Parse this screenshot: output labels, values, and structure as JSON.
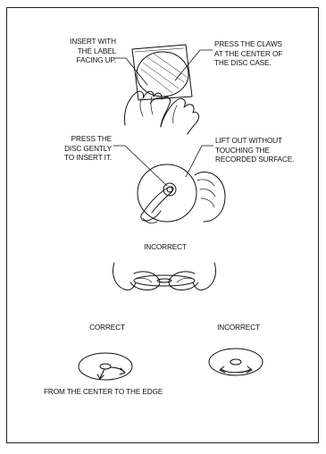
{
  "steps": {
    "insert_label": [
      "INSERT WITH",
      "THE LABEL",
      "FACING UP."
    ],
    "press_claws": [
      "PRESS THE CLAWS",
      "AT THE CENTER OF",
      "THE DISC CASE."
    ],
    "press_disc": [
      "PRESS THE",
      "DISC GENTLY",
      "TO INSERT IT."
    ],
    "lift_out": [
      "LIFT OUT WITHOUT",
      "TOUCHING THE",
      "RECORDED SURFACE."
    ]
  },
  "handling": {
    "incorrect_top": "INCORRECT",
    "correct": "CORRECT",
    "incorrect_bottom": "INCORRECT",
    "caption": "FROM THE CENTER TO THE EDGE"
  }
}
